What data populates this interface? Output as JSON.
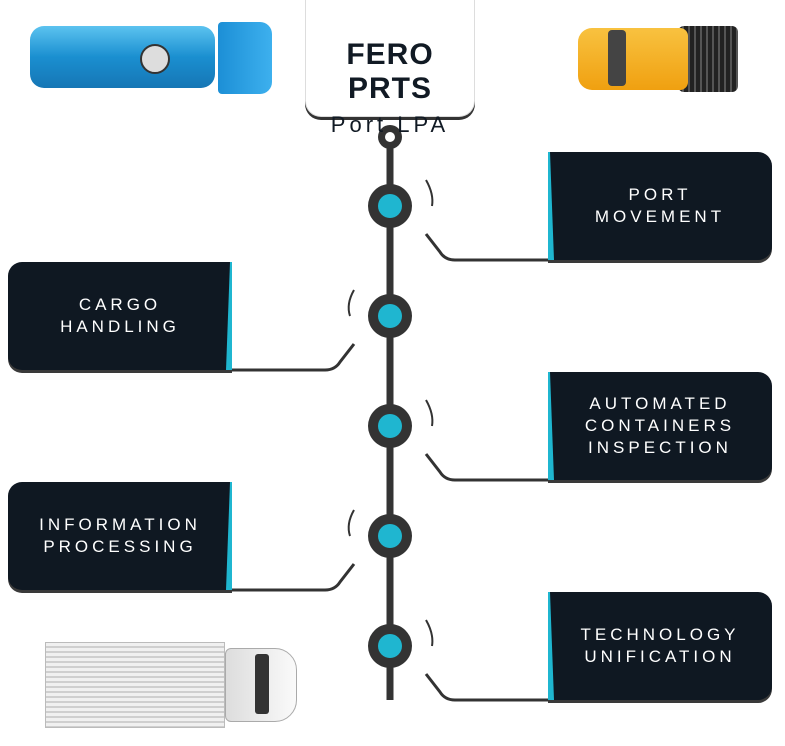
{
  "header": {
    "title": "FERO PRTS",
    "subtitle": "Port LPA"
  },
  "steps": [
    {
      "lines": [
        "PORT",
        "MOVEMENT"
      ],
      "side": "right"
    },
    {
      "lines": [
        "CARGO",
        "HANDLING"
      ],
      "side": "left"
    },
    {
      "lines": [
        "AUTOMATED",
        "CONTAINERS",
        "INSPECTION"
      ],
      "side": "right"
    },
    {
      "lines": [
        "INFORMATION",
        "PROCESSING"
      ],
      "side": "left"
    },
    {
      "lines": [
        "TECHNOLOGY",
        "UNIFICATION"
      ],
      "side": "right"
    }
  ],
  "colors": {
    "accent": "#1fb6d0",
    "dark": "#0f1822",
    "line": "#333333"
  }
}
